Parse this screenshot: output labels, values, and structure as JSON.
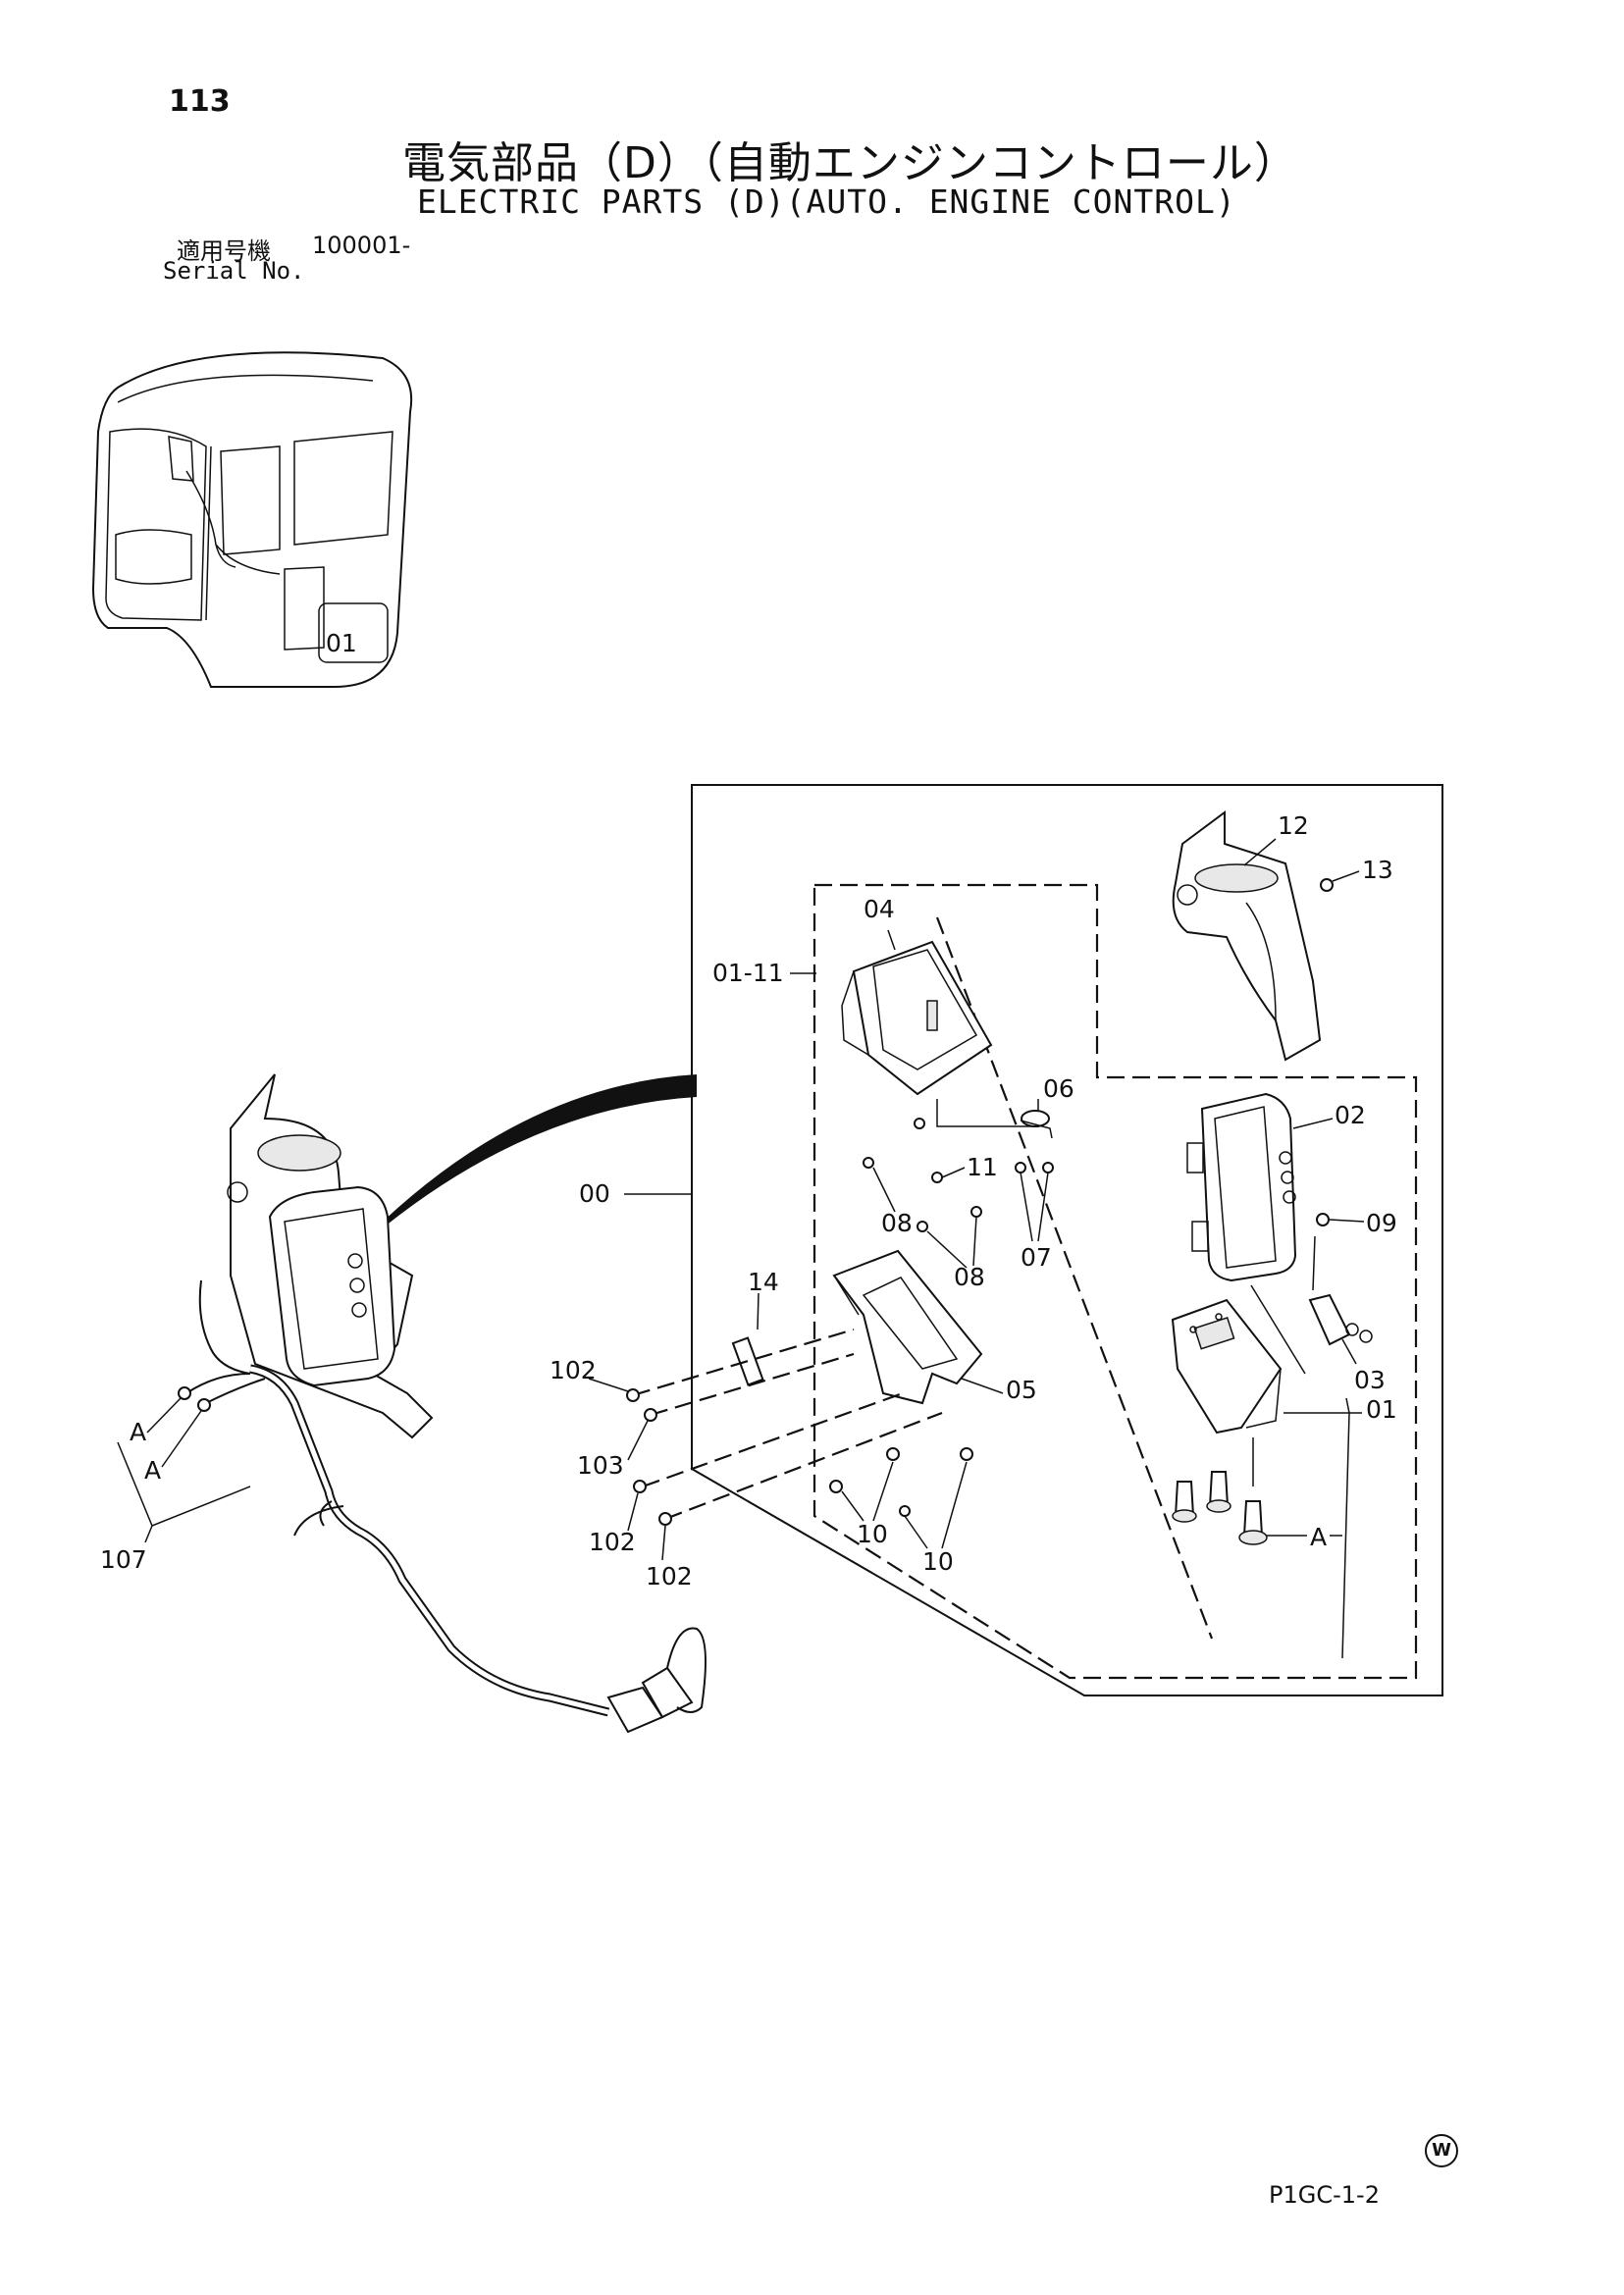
{
  "header": {
    "page_number": "113",
    "title_ja": "電気部品（D）（自動エンジンコントロール）",
    "title_en": "ELECTRIC PARTS (D)(AUTO. ENGINE CONTROL)",
    "serial_label_ja": "適用号機",
    "serial_value": "100001-",
    "serial_label_en": "Serial No."
  },
  "footer": {
    "doc_code": "P1GC-1-2",
    "w_mark": "W"
  },
  "callouts": {
    "p12": "12",
    "p13": "13",
    "p04": "04",
    "p01_11": "01-11",
    "p06": "06",
    "p02": "02",
    "p11": "11",
    "p08a": "08",
    "p08b": "08",
    "p09": "09",
    "p00": "00",
    "p07": "07",
    "p14": "14",
    "p03": "03",
    "p102a": "102",
    "p05": "05",
    "p01": "01",
    "p103": "103",
    "p102b": "102",
    "p102c": "102",
    "p10a": "10",
    "p10b": "10",
    "pA_right": "A",
    "pA_left1": "A",
    "pA_left2": "A",
    "p107": "107",
    "cab_mark": "01"
  }
}
